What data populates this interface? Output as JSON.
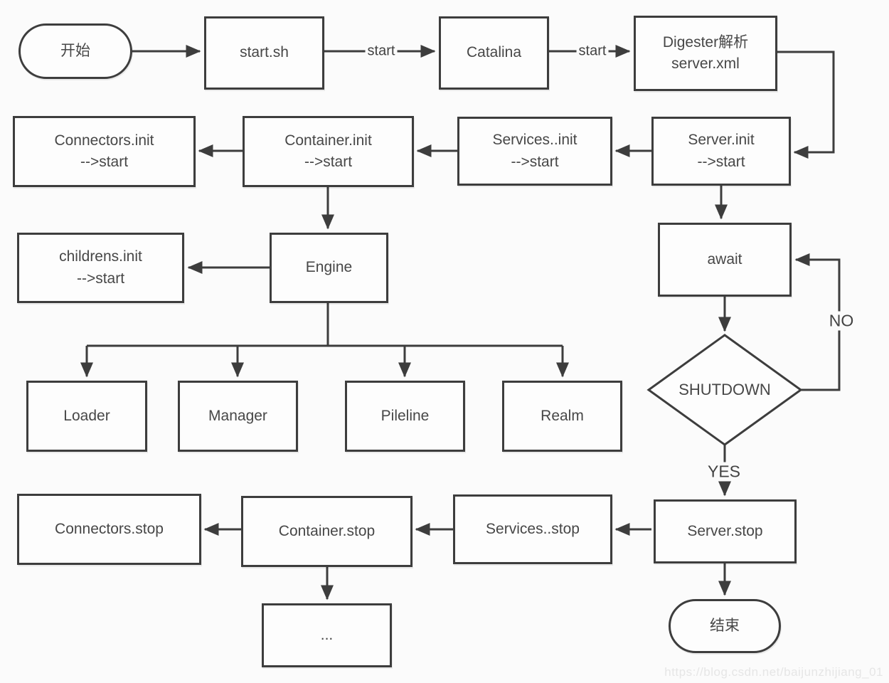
{
  "diagram": {
    "colors": {
      "line": "#3d3d3d",
      "background": "#fbfbfb",
      "text": "#474747",
      "watermark": "#e6e6e6"
    },
    "nodes": {
      "start_terminal": {
        "label": "开始"
      },
      "start_sh": {
        "label": "start.sh"
      },
      "catalina": {
        "label": "Catalina"
      },
      "digester": {
        "label": "Digester解析server.xml"
      },
      "connectors_init": {
        "lines": [
          "Connectors.init",
          "-->start"
        ]
      },
      "container_init": {
        "lines": [
          "Container.init",
          "-->start"
        ]
      },
      "services_init": {
        "lines": [
          "Services..init",
          "-->start"
        ]
      },
      "server_init": {
        "lines": [
          "Server.init",
          "-->start"
        ]
      },
      "childrens_init": {
        "lines": [
          "childrens.init",
          "-->start"
        ]
      },
      "engine": {
        "label": "Engine"
      },
      "await": {
        "label": "await"
      },
      "shutdown": {
        "label": "SHUTDOWN"
      },
      "loader": {
        "label": "Loader"
      },
      "manager": {
        "label": "Manager"
      },
      "pileline": {
        "label": "Pileline"
      },
      "realm": {
        "label": "Realm"
      },
      "connectors_stop": {
        "label": "Connectors.stop"
      },
      "container_stop": {
        "label": "Container.stop"
      },
      "services_stop": {
        "label": "Services..stop"
      },
      "server_stop": {
        "label": "Server.stop"
      },
      "ellipsis": {
        "label": "..."
      },
      "end_terminal": {
        "label": "结束"
      }
    },
    "edge_labels": {
      "startsh_to_catalina": "start",
      "catalina_to_digester": "start",
      "no": "NO",
      "yes": "YES"
    },
    "watermark": "https://blog.csdn.net/baijunzhijiang_01"
  }
}
